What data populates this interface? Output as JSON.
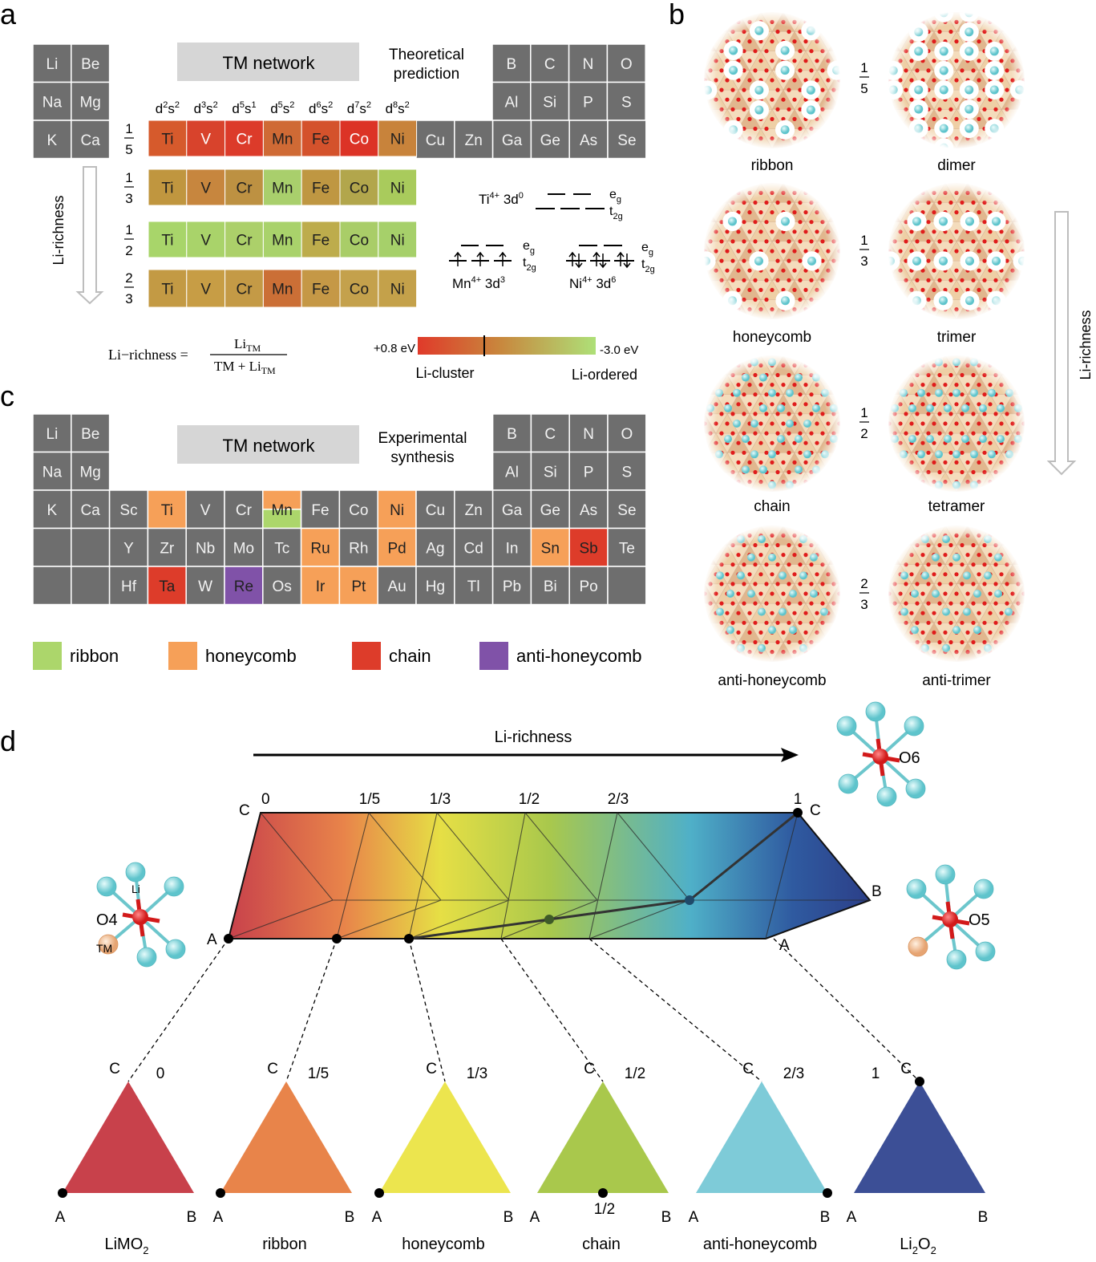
{
  "panels": {
    "a": "a",
    "b": "b",
    "c": "c",
    "d": "d"
  },
  "panel_a": {
    "banner": "TM network",
    "subtitle_lines": [
      "Theoretical",
      "prediction"
    ],
    "top_left": [
      [
        "Li",
        "Be"
      ],
      [
        "Na",
        "Mg"
      ],
      [
        "K",
        "Ca"
      ]
    ],
    "top_right": [
      [
        "B",
        "C",
        "N",
        "O"
      ],
      [
        "Al",
        "Si",
        "P",
        "S"
      ]
    ],
    "configs": [
      [
        "d",
        "2",
        "s",
        "2"
      ],
      [
        "d",
        "3",
        "s",
        "2"
      ],
      [
        "d",
        "5",
        "s",
        "1"
      ],
      [
        "d",
        "5",
        "s",
        "2"
      ],
      [
        "d",
        "6",
        "s",
        "2"
      ],
      [
        "d",
        "7",
        "s",
        "2"
      ],
      [
        "d",
        "8",
        "s",
        "2"
      ]
    ],
    "row4_gray": [
      "Cu",
      "Zn",
      "Ga",
      "Ge",
      "As",
      "Se"
    ],
    "tms": [
      "Ti",
      "V",
      "Cr",
      "Mn",
      "Fe",
      "Co",
      "Ni"
    ],
    "rows": [
      {
        "frac": [
          "1",
          "5"
        ],
        "colors": [
          "#d65a2c",
          "#d8432c",
          "#dc3b2a",
          "#cf6a35",
          "#d4522c",
          "#dc3326",
          "#c8833b"
        ]
      },
      {
        "frac": [
          "1",
          "3"
        ],
        "colors": [
          "#c0963f",
          "#c7863e",
          "#bd9142",
          "#a9cf6c",
          "#bf9742",
          "#b2a64c",
          "#a9cb5c"
        ]
      },
      {
        "frac": [
          "1",
          "2"
        ],
        "colors": [
          "#a8d56a",
          "#a9d36a",
          "#acd06a",
          "#a9d26b",
          "#bdac4c",
          "#a9cd68",
          "#a6d06a"
        ]
      },
      {
        "frac": [
          "2",
          "3"
        ],
        "colors": [
          "#c39a44",
          "#c79d45",
          "#c49a46",
          "#cb6f36",
          "#c59846",
          "#c4a14c",
          "#c4a14a"
        ]
      }
    ],
    "li_richness_label": "Li-richness",
    "formula": {
      "lhs": "Li−richness =",
      "num_base": "Li",
      "num_sub": "TM",
      "den_base": "TM + Li",
      "den_sub": "TM"
    },
    "colorbar": {
      "left": "+0.8 eV",
      "right": "-3.0 eV",
      "left_label": "Li-cluster",
      "right_label": "Li-ordered"
    },
    "levels": {
      "ti": {
        "ion": "Ti",
        "charge": "4+",
        "config": "3d",
        "config_sup": "0"
      },
      "mn": {
        "ion": "Mn",
        "charge": "4+",
        "config": "3d",
        "config_sup": "3"
      },
      "ni": {
        "ion": "Ni",
        "charge": "4+",
        "config": "3d",
        "config_sup": "6"
      },
      "eg": "e",
      "eg_sub": "g",
      "t2g": "t",
      "t2g_sub": "2g"
    }
  },
  "panel_b": {
    "fractions": [
      [
        "1",
        "5"
      ],
      [
        "1",
        "3"
      ],
      [
        "1",
        "2"
      ],
      [
        "2",
        "3"
      ]
    ],
    "structures": [
      [
        "ribbon",
        "dimer"
      ],
      [
        "honeycomb",
        "trimer"
      ],
      [
        "chain",
        "tetramer"
      ],
      [
        "anti-honeycomb",
        "anti-trimer"
      ]
    ],
    "li_richness_label": "Li-richness"
  },
  "panel_c": {
    "banner": "TM network",
    "subtitle_lines": [
      "Experimental",
      "synthesis"
    ],
    "table": [
      [
        "Li",
        "Be",
        "",
        "",
        "",
        "",
        "",
        "",
        "",
        "",
        "",
        "",
        "B",
        "C",
        "N",
        "O"
      ],
      [
        "Na",
        "Mg",
        "",
        "",
        "",
        "",
        "",
        "",
        "",
        "",
        "",
        "",
        "Al",
        "Si",
        "P",
        "S"
      ],
      [
        "K",
        "Ca",
        "Sc",
        "Ti",
        "V",
        "Cr",
        "Mn",
        "Fe",
        "Co",
        "Ni",
        "Cu",
        "Zn",
        "Ga",
        "Ge",
        "As",
        "Se"
      ],
      [
        "",
        "",
        "Y",
        "Zr",
        "Nb",
        "Mo",
        "Tc",
        "Ru",
        "Rh",
        "Pd",
        "Ag",
        "Cd",
        "In",
        "Sn",
        "Sb",
        "Te"
      ],
      [
        "",
        "",
        "Hf",
        "Ta",
        "W",
        "Re",
        "Os",
        "Ir",
        "Pt",
        "Au",
        "Hg",
        "Tl",
        "Pb",
        "Bi",
        "Po",
        ""
      ]
    ],
    "legend": [
      {
        "label": "ribbon",
        "color": "#acd66b"
      },
      {
        "label": "honeycomb",
        "color": "#f6a058"
      },
      {
        "label": "chain",
        "color": "#dd3c2a"
      },
      {
        "label": "anti-honeycomb",
        "color": "#8052a8"
      }
    ]
  },
  "panel_d": {
    "arrow_label": "Li-richness",
    "fractions": [
      "0",
      "1/5",
      "1/3",
      "1/2",
      "2/3",
      "1"
    ],
    "prism_vertex_labels": {
      "c_left": "C",
      "c_right": "C",
      "a_left": "A",
      "a_right": "A",
      "b_right": "B"
    },
    "octahedra": {
      "o4": "O4",
      "o5": "O5",
      "o6": "O6",
      "li": "Li",
      "tm": "TM"
    },
    "triangles": [
      {
        "frac": "0",
        "name": "LiMO",
        "name_sub": "2",
        "color": "#c8414b"
      },
      {
        "frac": "1/5",
        "name": "ribbon",
        "name_sub": "",
        "color": "#e8844a"
      },
      {
        "frac": "1/3",
        "name": "honeycomb",
        "name_sub": "",
        "color": "#ece54e"
      },
      {
        "frac": "1/2",
        "name": "chain",
        "name_sub": "",
        "color": "#a9c84c",
        "bottom_mark": "1/2"
      },
      {
        "frac": "2/3",
        "name": "anti-honeycomb",
        "name_sub": "",
        "color": "#7ecbd8"
      },
      {
        "frac": "1",
        "name": "Li",
        "name_sub": "2",
        "name_tail": "O",
        "name_tail_sub": "2",
        "color": "#3c4f96"
      }
    ],
    "vertex_letters": {
      "a": "A",
      "b": "B",
      "c": "C"
    },
    "gradient": [
      "#c8414b",
      "#e8844a",
      "#ece54e",
      "#a9c84c",
      "#6cc0cc",
      "#3c4f96",
      "#2c4590"
    ]
  }
}
